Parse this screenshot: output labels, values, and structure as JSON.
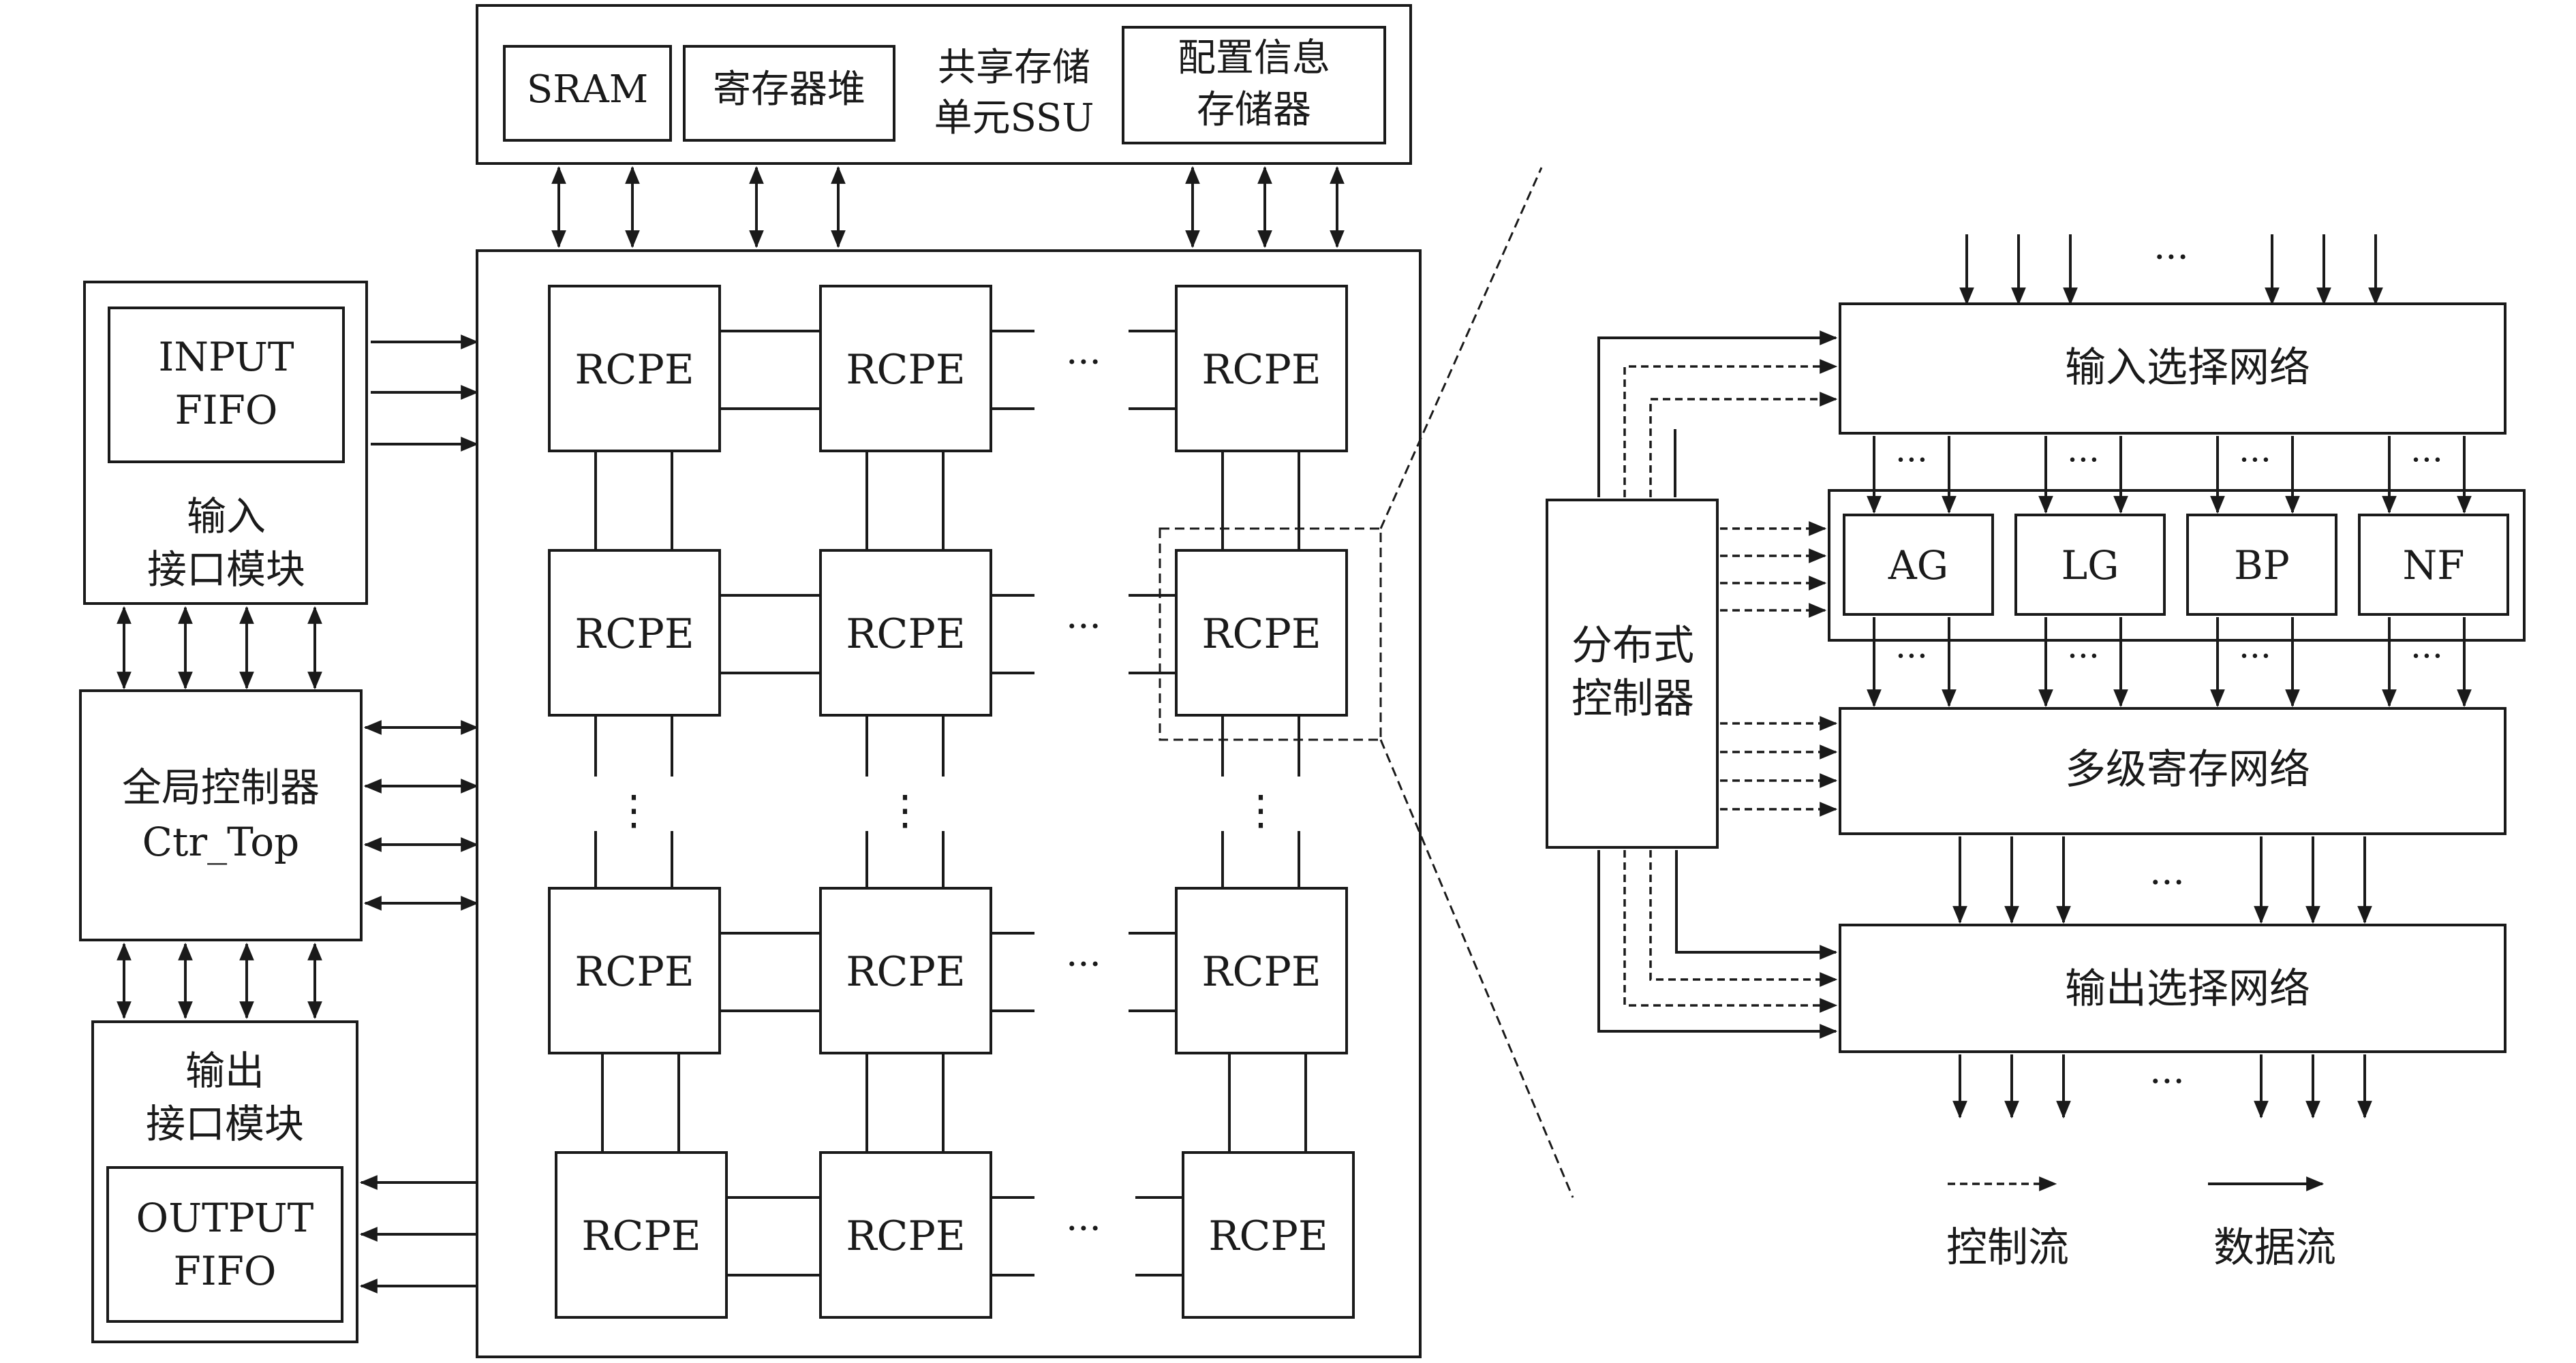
{
  "ssu": {
    "sram": "SRAM",
    "regfile": "寄存器堆",
    "label_line1": "共享存储",
    "label_line2": "单元SSU",
    "config_line1": "配置信息",
    "config_line2": "存储器"
  },
  "input_module": {
    "fifo_line1": "INPUT",
    "fifo_line2": "FIFO",
    "label_line1": "输入",
    "label_line2": "接口模块"
  },
  "global_ctrl": {
    "line1": "全局控制器",
    "line2": "Ctr_Top"
  },
  "output_module": {
    "label_line1": "输出",
    "label_line2": "接口模块",
    "fifo_line1": "OUTPUT",
    "fifo_line2": "FIFO"
  },
  "array": {
    "pe_label": "RCPE",
    "ellipsis_h": "···",
    "ellipsis_v": "⋮"
  },
  "detail": {
    "dist_ctrl_line1": "分布式",
    "dist_ctrl_line2": "控制器",
    "input_net": "输入选择网络",
    "units": [
      "AG",
      "LG",
      "BP",
      "NF"
    ],
    "multi_reg_net": "多级寄存网络",
    "output_net": "输出选择网络",
    "ellipsis": "···"
  },
  "legend": {
    "control_flow": "控制流",
    "data_flow": "数据流"
  }
}
